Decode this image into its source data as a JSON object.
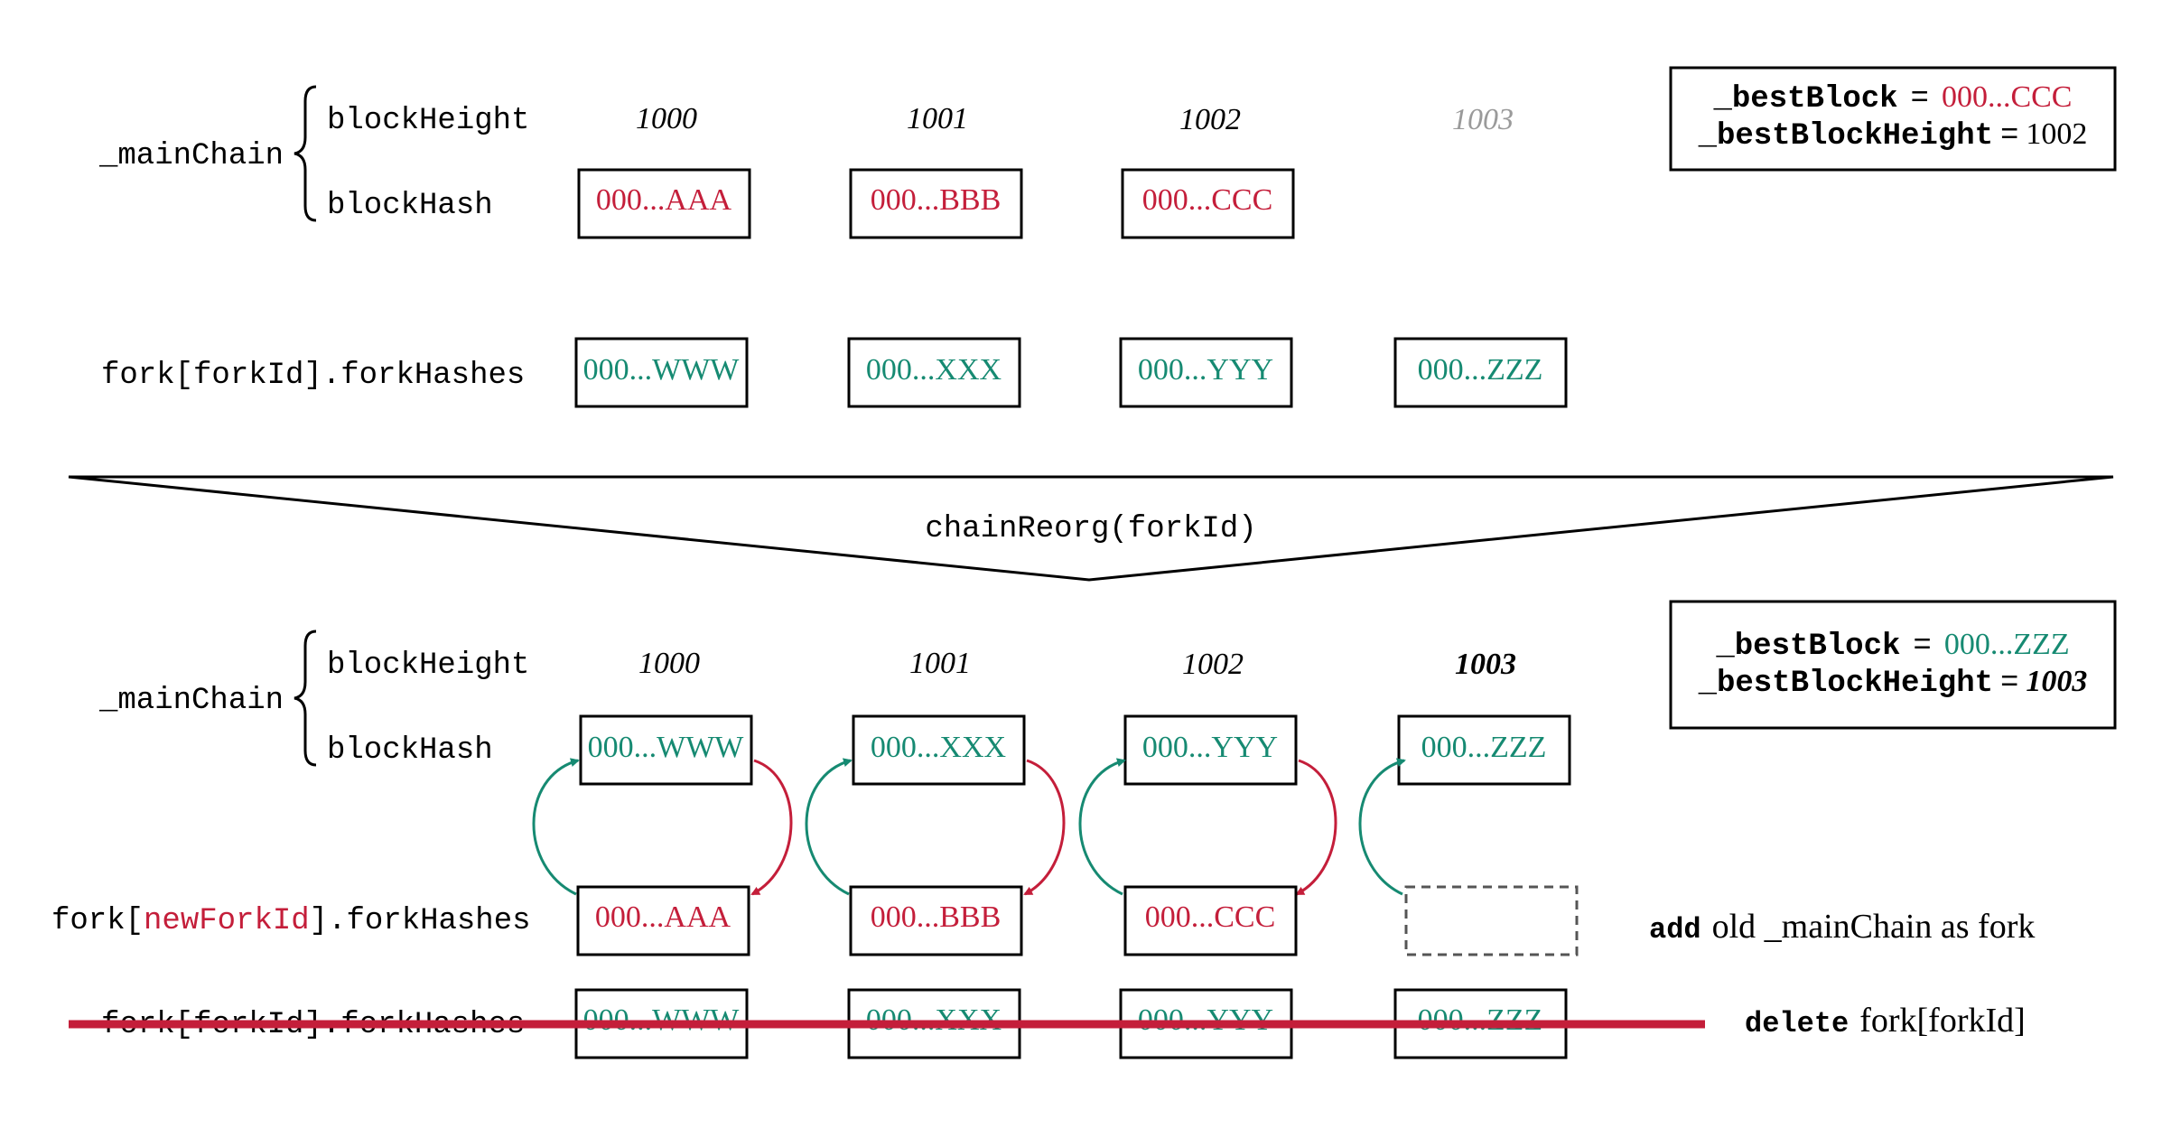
{
  "colors": {
    "red": "#c41e3a",
    "teal": "#168a72",
    "gray": "#9a9a9a",
    "black": "#000000",
    "dashed": "#555555"
  },
  "top": {
    "main_chain_label": "_mainChain",
    "block_height_label": "blockHeight",
    "block_hash_label": "blockHash",
    "heights": [
      "1000",
      "1001",
      "1002",
      "1003"
    ],
    "main_hashes": [
      "000...AAA",
      "000...BBB",
      "000...CCC"
    ],
    "fork_label": "fork[forkId].forkHashes",
    "fork_hashes": [
      "000...WWW",
      "000...XXX",
      "000...YYY",
      "000...ZZZ"
    ],
    "info": {
      "best_block_key": "_bestBlock",
      "best_block_eq": "=",
      "best_block_value": "000...CCC",
      "best_height_key": "_bestBlockHeight",
      "best_height_eq": "=",
      "best_height_value": "1002"
    }
  },
  "transition_label": "chainReorg(forkId)",
  "bottom": {
    "main_chain_label": "_mainChain",
    "block_height_label": "blockHeight",
    "block_hash_label": "blockHash",
    "heights": [
      "1000",
      "1001",
      "1002",
      "1003"
    ],
    "main_hashes": [
      "000...WWW",
      "000...XXX",
      "000...YYY",
      "000...ZZZ"
    ],
    "new_fork_label_prefix": "fork[",
    "new_fork_label_id": "newForkId",
    "new_fork_label_suffix": "].forkHashes",
    "new_fork_hashes": [
      "000...AAA",
      "000...BBB",
      "000...CCC"
    ],
    "old_fork_label": "fork[forkId].forkHashes",
    "old_fork_hashes": [
      "000...WWW",
      "000...XXX",
      "000...YYY",
      "000...ZZZ"
    ],
    "add_keyword": "add",
    "add_text": "old _mainChain as fork",
    "delete_keyword": "delete",
    "delete_text": "fork[forkId]",
    "info": {
      "best_block_key": "_bestBlock",
      "best_block_eq": "=",
      "best_block_value": "000...ZZZ",
      "best_height_key": "_bestBlockHeight",
      "best_height_eq": "=",
      "best_height_value": "1003"
    }
  }
}
